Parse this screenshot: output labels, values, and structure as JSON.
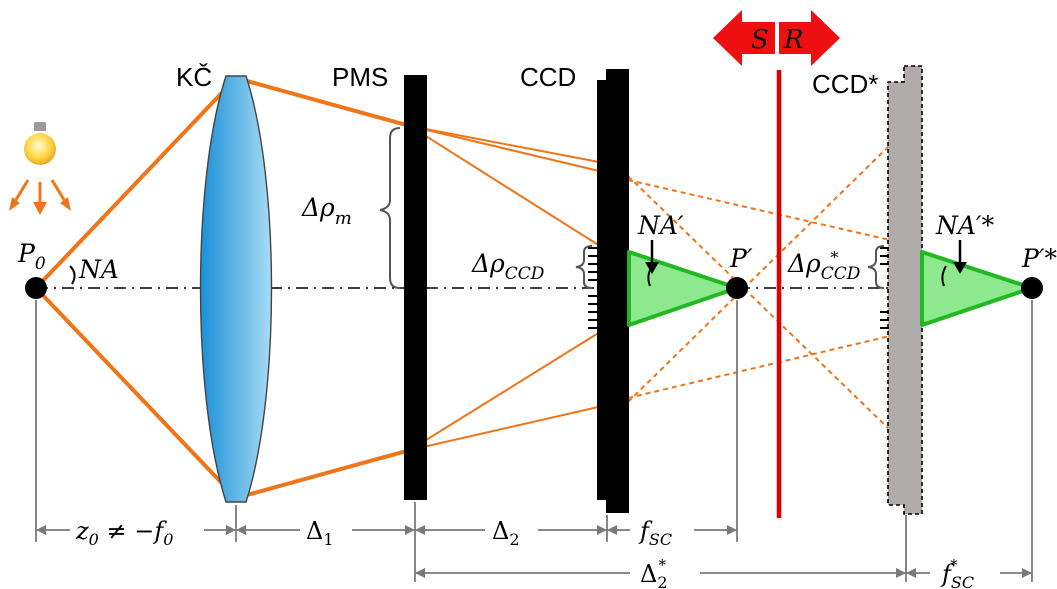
{
  "colors": {
    "ray": "#f07418",
    "cone_fill": "#8ee88e",
    "cone_stroke": "#22b822",
    "plate": "#000000",
    "ccd_star": "#b0acac",
    "mirror": "#e00000",
    "lens_dark": "#1a90d8",
    "lens_light": "#a8dcf4",
    "dims": "#7a7a7a"
  },
  "components": {
    "lens": "KČ",
    "pms": "PMS",
    "ccd": "CCD",
    "ccd_star": "CCD*"
  },
  "points": {
    "p0": {
      "base": "P",
      "sub": "0"
    },
    "p_prime": "P′",
    "p_prime_star": "P′*"
  },
  "angles": {
    "na": "NA",
    "na_prime": "NA′",
    "na_prime_star": "NA′*"
  },
  "deltas": {
    "rho_m": {
      "base": "Δρ",
      "sub": "m"
    },
    "rho_ccd": {
      "base": "Δρ",
      "sub": "CCD"
    },
    "rho_ccd_star": {
      "base": "Δρ",
      "sub": "CCD",
      "sup": "*"
    }
  },
  "switch": {
    "left": "S",
    "right": "R"
  },
  "dimensions": {
    "z0": {
      "base": "z",
      "sub": "0",
      "rest": " ≠ −f",
      "sub2": "0"
    },
    "d1": {
      "base": "Δ",
      "sub": "1"
    },
    "d2": {
      "base": "Δ",
      "sub": "2"
    },
    "fsc": {
      "base": "f",
      "sub": "SC"
    },
    "d2_star": {
      "base": "Δ",
      "sub": "2",
      "sup": "*"
    },
    "fsc_star": {
      "base": "f",
      "sub": "SC",
      "sup": "*"
    }
  },
  "icons": [
    "light-bulb-icon",
    "arrow-left-icon",
    "arrow-right-icon"
  ]
}
